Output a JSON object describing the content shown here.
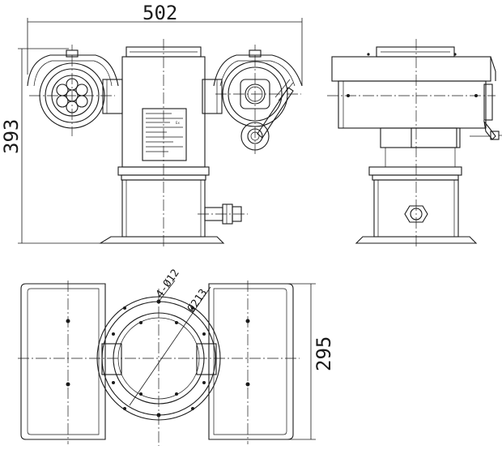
{
  "dimensions": {
    "overall_width": "502",
    "overall_height": "393",
    "depth": "295",
    "bolt_holes": "4-Ø12",
    "bolt_circle": "Ø213"
  },
  "nameplate": {
    "mark": "Ex"
  }
}
